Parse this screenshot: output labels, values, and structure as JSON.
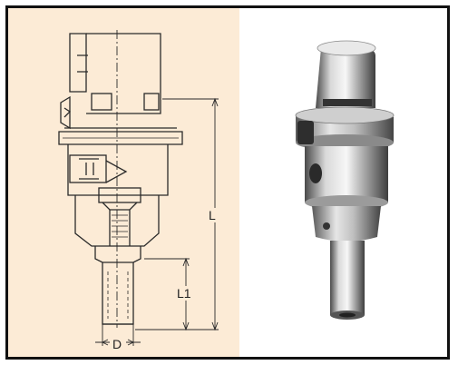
{
  "drawing": {
    "label_L": "L",
    "label_L1": "L1",
    "label_D": "D"
  },
  "photo": {
    "subject": "toolholder-photo"
  }
}
